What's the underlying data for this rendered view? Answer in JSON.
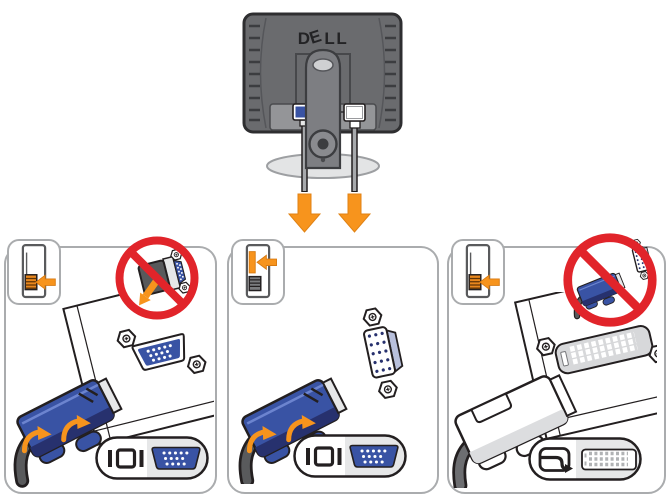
{
  "monitor": {
    "brand_logo": "DELL",
    "connectors": [
      {
        "icon": "vga-connector-icon",
        "color": "#3953A4"
      },
      {
        "icon": "dvi-connector-icon",
        "color": "#FFFFFF"
      }
    ],
    "arrow_icons": [
      "down-arrow-icon",
      "down-arrow-icon"
    ]
  },
  "panels": [
    {
      "name": "connect-vga-cable-to-video-card-port",
      "corner_icon": "tower-expansion-card-highlight-icon",
      "prohibition_icon": "no-symbol-over-vga-adapter-icon",
      "main_icons": [
        "vga-cable-plug-icon",
        "vga-wall-port-icon",
        "hex-nut-icon",
        "thumbscrew-rotate-arrow-icon"
      ],
      "badge_icons": [
        "vga-monitor-symbol-icon",
        "vga-15pin-port-icon"
      ]
    },
    {
      "name": "connect-vga-cable-to-onboard-video-port",
      "corner_icon": "tower-onboard-port-highlight-icon",
      "prohibition_icon": null,
      "main_icons": [
        "vga-cable-plug-icon",
        "vga-floating-port-icon",
        "hex-nut-icon",
        "thumbscrew-rotate-arrow-icon"
      ],
      "badge_icons": [
        "vga-monitor-symbol-icon",
        "vga-15pin-port-icon"
      ]
    },
    {
      "name": "connect-dvi-cable-to-video-card-port",
      "corner_icon": "tower-expansion-card-highlight-icon",
      "prohibition_icon": "no-symbol-over-vga-cable-at-dvi-port-icon",
      "main_icons": [
        "dvi-cable-plug-icon",
        "dvi-wall-port-icon",
        "hex-nut-icon"
      ],
      "badge_icons": [
        "dvi-symbol-icon",
        "dvi-port-icon"
      ]
    }
  ],
  "colors": {
    "background": "#ffffff",
    "monitor_body": "#6A6B6E",
    "stand": "#7D7E82",
    "accent_orange": "#F7941D",
    "connector_blue": "#3953A4",
    "connector_blue_dark": "#27316E",
    "prohibition_red": "#E1242A",
    "outline": "#231F20",
    "panel_border": "#AAACAE"
  }
}
